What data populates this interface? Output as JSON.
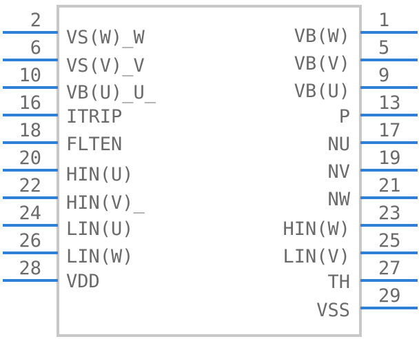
{
  "component": {
    "left_pins": [
      {
        "number": "2",
        "label": "VS(W)_W"
      },
      {
        "number": "6",
        "label": "VS(V)_V"
      },
      {
        "number": "10",
        "label": "VB(U)_U_"
      },
      {
        "number": "16",
        "label": "ITRIP"
      },
      {
        "number": "18",
        "label": "FLTEN"
      },
      {
        "number": "20",
        "label": "HIN(U)"
      },
      {
        "number": "22",
        "label": "HIN(V)_"
      },
      {
        "number": "24",
        "label": "LIN(U)"
      },
      {
        "number": "26",
        "label": "LIN(W)"
      },
      {
        "number": "28",
        "label": "VDD"
      }
    ],
    "right_pins": [
      {
        "number": "1",
        "label": "VB(W)"
      },
      {
        "number": "5",
        "label": "VB(V)"
      },
      {
        "number": "9",
        "label": "VB(U)"
      },
      {
        "number": "13",
        "label": "P"
      },
      {
        "number": "17",
        "label": "NU"
      },
      {
        "number": "19",
        "label": "NV"
      },
      {
        "number": "21",
        "label": "NW"
      },
      {
        "number": "23",
        "label": "HIN(W)"
      },
      {
        "number": "25",
        "label": "LIN(V)"
      },
      {
        "number": "27",
        "label": "TH"
      },
      {
        "number": "29",
        "label": "VSS"
      }
    ],
    "colors": {
      "pin": "#2f7fd8",
      "body_outline": "#c8c8c8",
      "text": "#6a6a6a"
    }
  }
}
